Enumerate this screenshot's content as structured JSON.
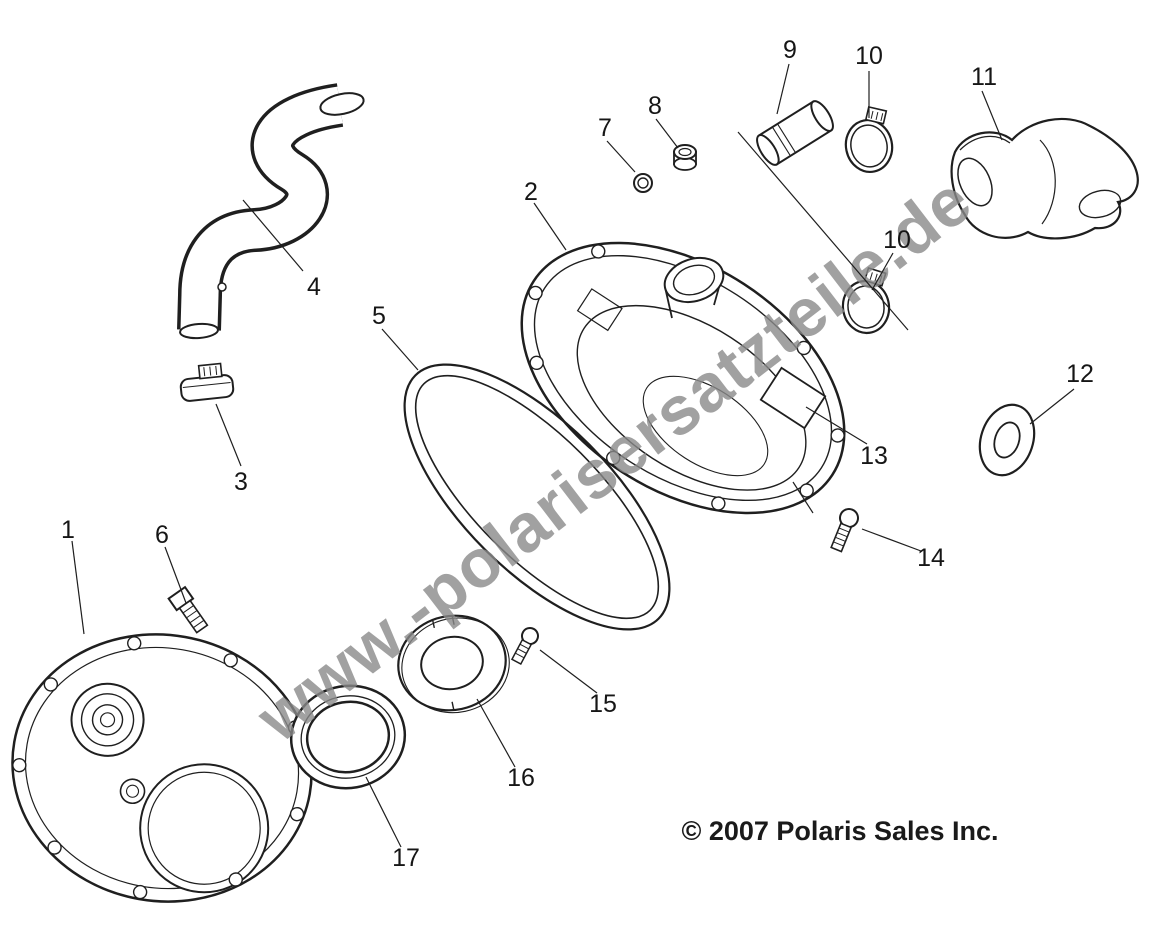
{
  "diagram": {
    "watermark": "www.-polarisersatzteile.de",
    "copyright": "© 2007 Polaris Sales Inc.",
    "callouts": {
      "c1": "1",
      "c2": "2",
      "c3": "3",
      "c4": "4",
      "c5": "5",
      "c6": "6",
      "c7": "7",
      "c8": "8",
      "c9": "9",
      "c10a": "10",
      "c10b": "10",
      "c11": "11",
      "c12": "12",
      "c13": "13",
      "c14": "14",
      "c15": "15",
      "c16": "16",
      "c17": "17"
    },
    "colors": {
      "line": "#1f1f1f",
      "watermark": "#8a8a8a",
      "background": "#ffffff"
    }
  }
}
